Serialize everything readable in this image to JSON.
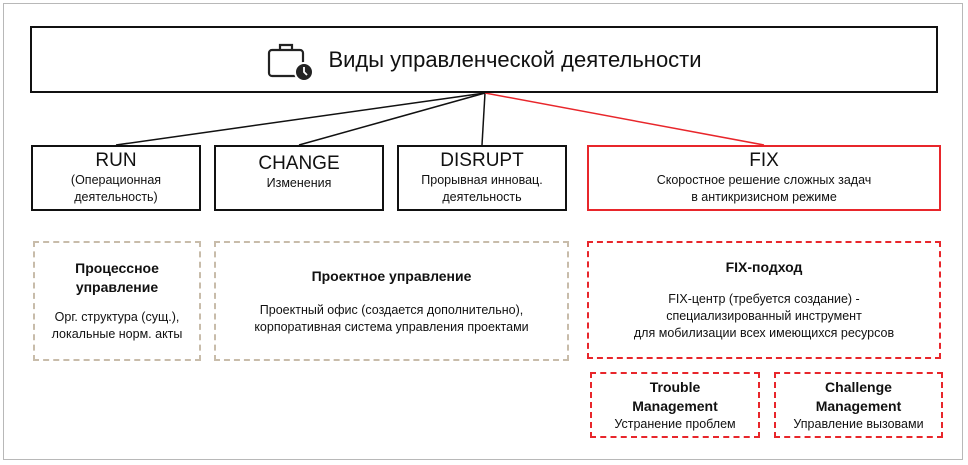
{
  "title": "Виды управленческой деятельности",
  "icon": "briefcase-clock-icon",
  "types": [
    {
      "name": "RUN",
      "desc1": "(Операционная",
      "desc2": "деятельность)"
    },
    {
      "name": "CHANGE",
      "desc1": "Изменения",
      "desc2": ""
    },
    {
      "name": "DISRUPT",
      "desc1": "Прорывная инновац.",
      "desc2": "деятельность"
    },
    {
      "name": "FIX",
      "desc1": "Скоростное решение сложных задач",
      "desc2": "в антикризисном режиме"
    }
  ],
  "approaches": [
    {
      "heading1": "Процессное",
      "heading2": "управление",
      "text1": "Орг. структура (сущ.),",
      "text2": "локальные норм. акты"
    },
    {
      "heading1": "Проектное управление",
      "heading2": "",
      "text1": "Проектный офис (создается дополнительно),",
      "text2": "корпоративная система управления проектами"
    },
    {
      "heading1": "FIX-подход",
      "heading2": "",
      "text1": "FIX-центр (требуется создание) -",
      "text2": "специализированный инструмент",
      "text3": "для мобилизации всех имеющихся ресурсов"
    }
  ],
  "fix_sub": [
    {
      "heading1": "Trouble",
      "heading2": "Management",
      "text": "Устранение проблем"
    },
    {
      "heading1": "Challenge",
      "heading2": "Management",
      "text": "Управление вызовами"
    }
  ],
  "colors": {
    "accent": "#e8262b",
    "dashed": "#c8bcaa"
  }
}
